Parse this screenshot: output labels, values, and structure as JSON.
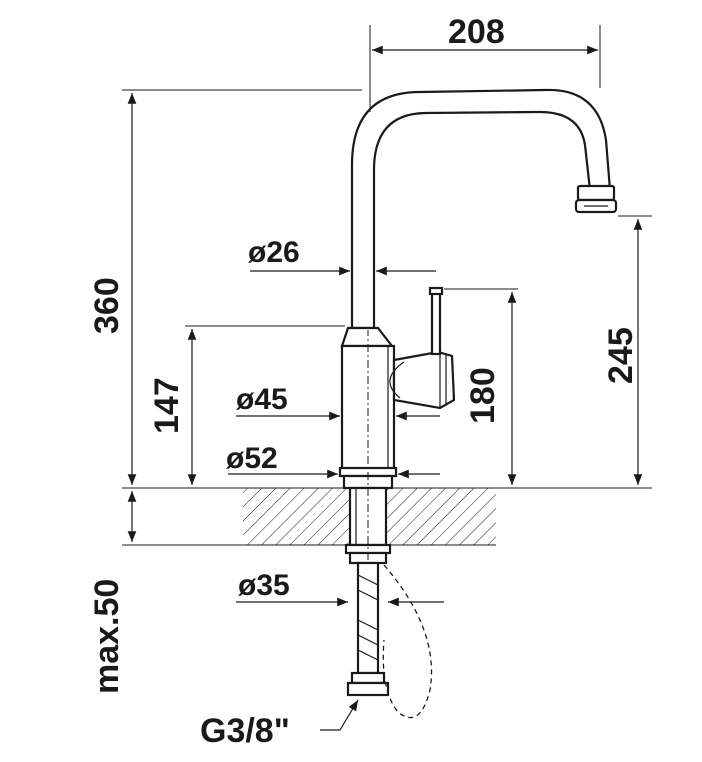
{
  "dimensions": {
    "spout_reach": "208",
    "total_height": "360",
    "spout_height": "245",
    "lever_height": "180",
    "body_height": "147",
    "spout_diameter": "ø26",
    "body_diameter": "ø45",
    "base_diameter": "ø52",
    "hole_diameter": "ø35",
    "max_thickness": "max.50",
    "connection": "G3/8\""
  },
  "colors": {
    "line": "#1a1a1a",
    "background": "#ffffff"
  }
}
